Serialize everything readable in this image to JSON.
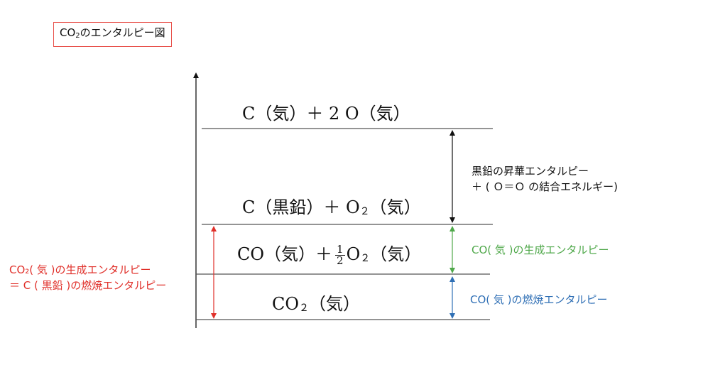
{
  "title": {
    "prefix": "CO",
    "sub": "2",
    "suffix": "のエンタルピー図"
  },
  "levels": [
    {
      "id": "atoms",
      "parts": [
        "C（気）＋ 2  O（気）"
      ]
    },
    {
      "id": "elements",
      "main": "C（黒鉛）＋ O",
      "sub": "２",
      "tail": "（気）"
    },
    {
      "id": "co",
      "main": "CO（気）＋",
      "frac_num": "1",
      "frac_den": "2",
      "o": "O",
      "sub": "２",
      "tail": "（気）"
    },
    {
      "id": "co2",
      "main": "CO",
      "sub": "２",
      "tail": "（気）"
    }
  ],
  "annotations": {
    "sublimation_line1": "黒鉛の昇華エンタルピー",
    "sublimation_line2": "＋ ( Ｏ＝Ｏ の結合エネルギー)",
    "co_formation": "CO( 気 )の生成エンタルピー",
    "co_combustion": "CO( 気 )の燃焼エンタルピー",
    "co2_formation_line1": "CO₂( 気 )の生成エンタルピー",
    "co2_formation_line2": "＝ C ( 黒鉛 )の燃焼エンタルピー"
  },
  "colors": {
    "red": "#e0302a",
    "green": "#4fa84a",
    "blue": "#2f6fb5",
    "black": "#111111",
    "level_line": "#555555"
  }
}
